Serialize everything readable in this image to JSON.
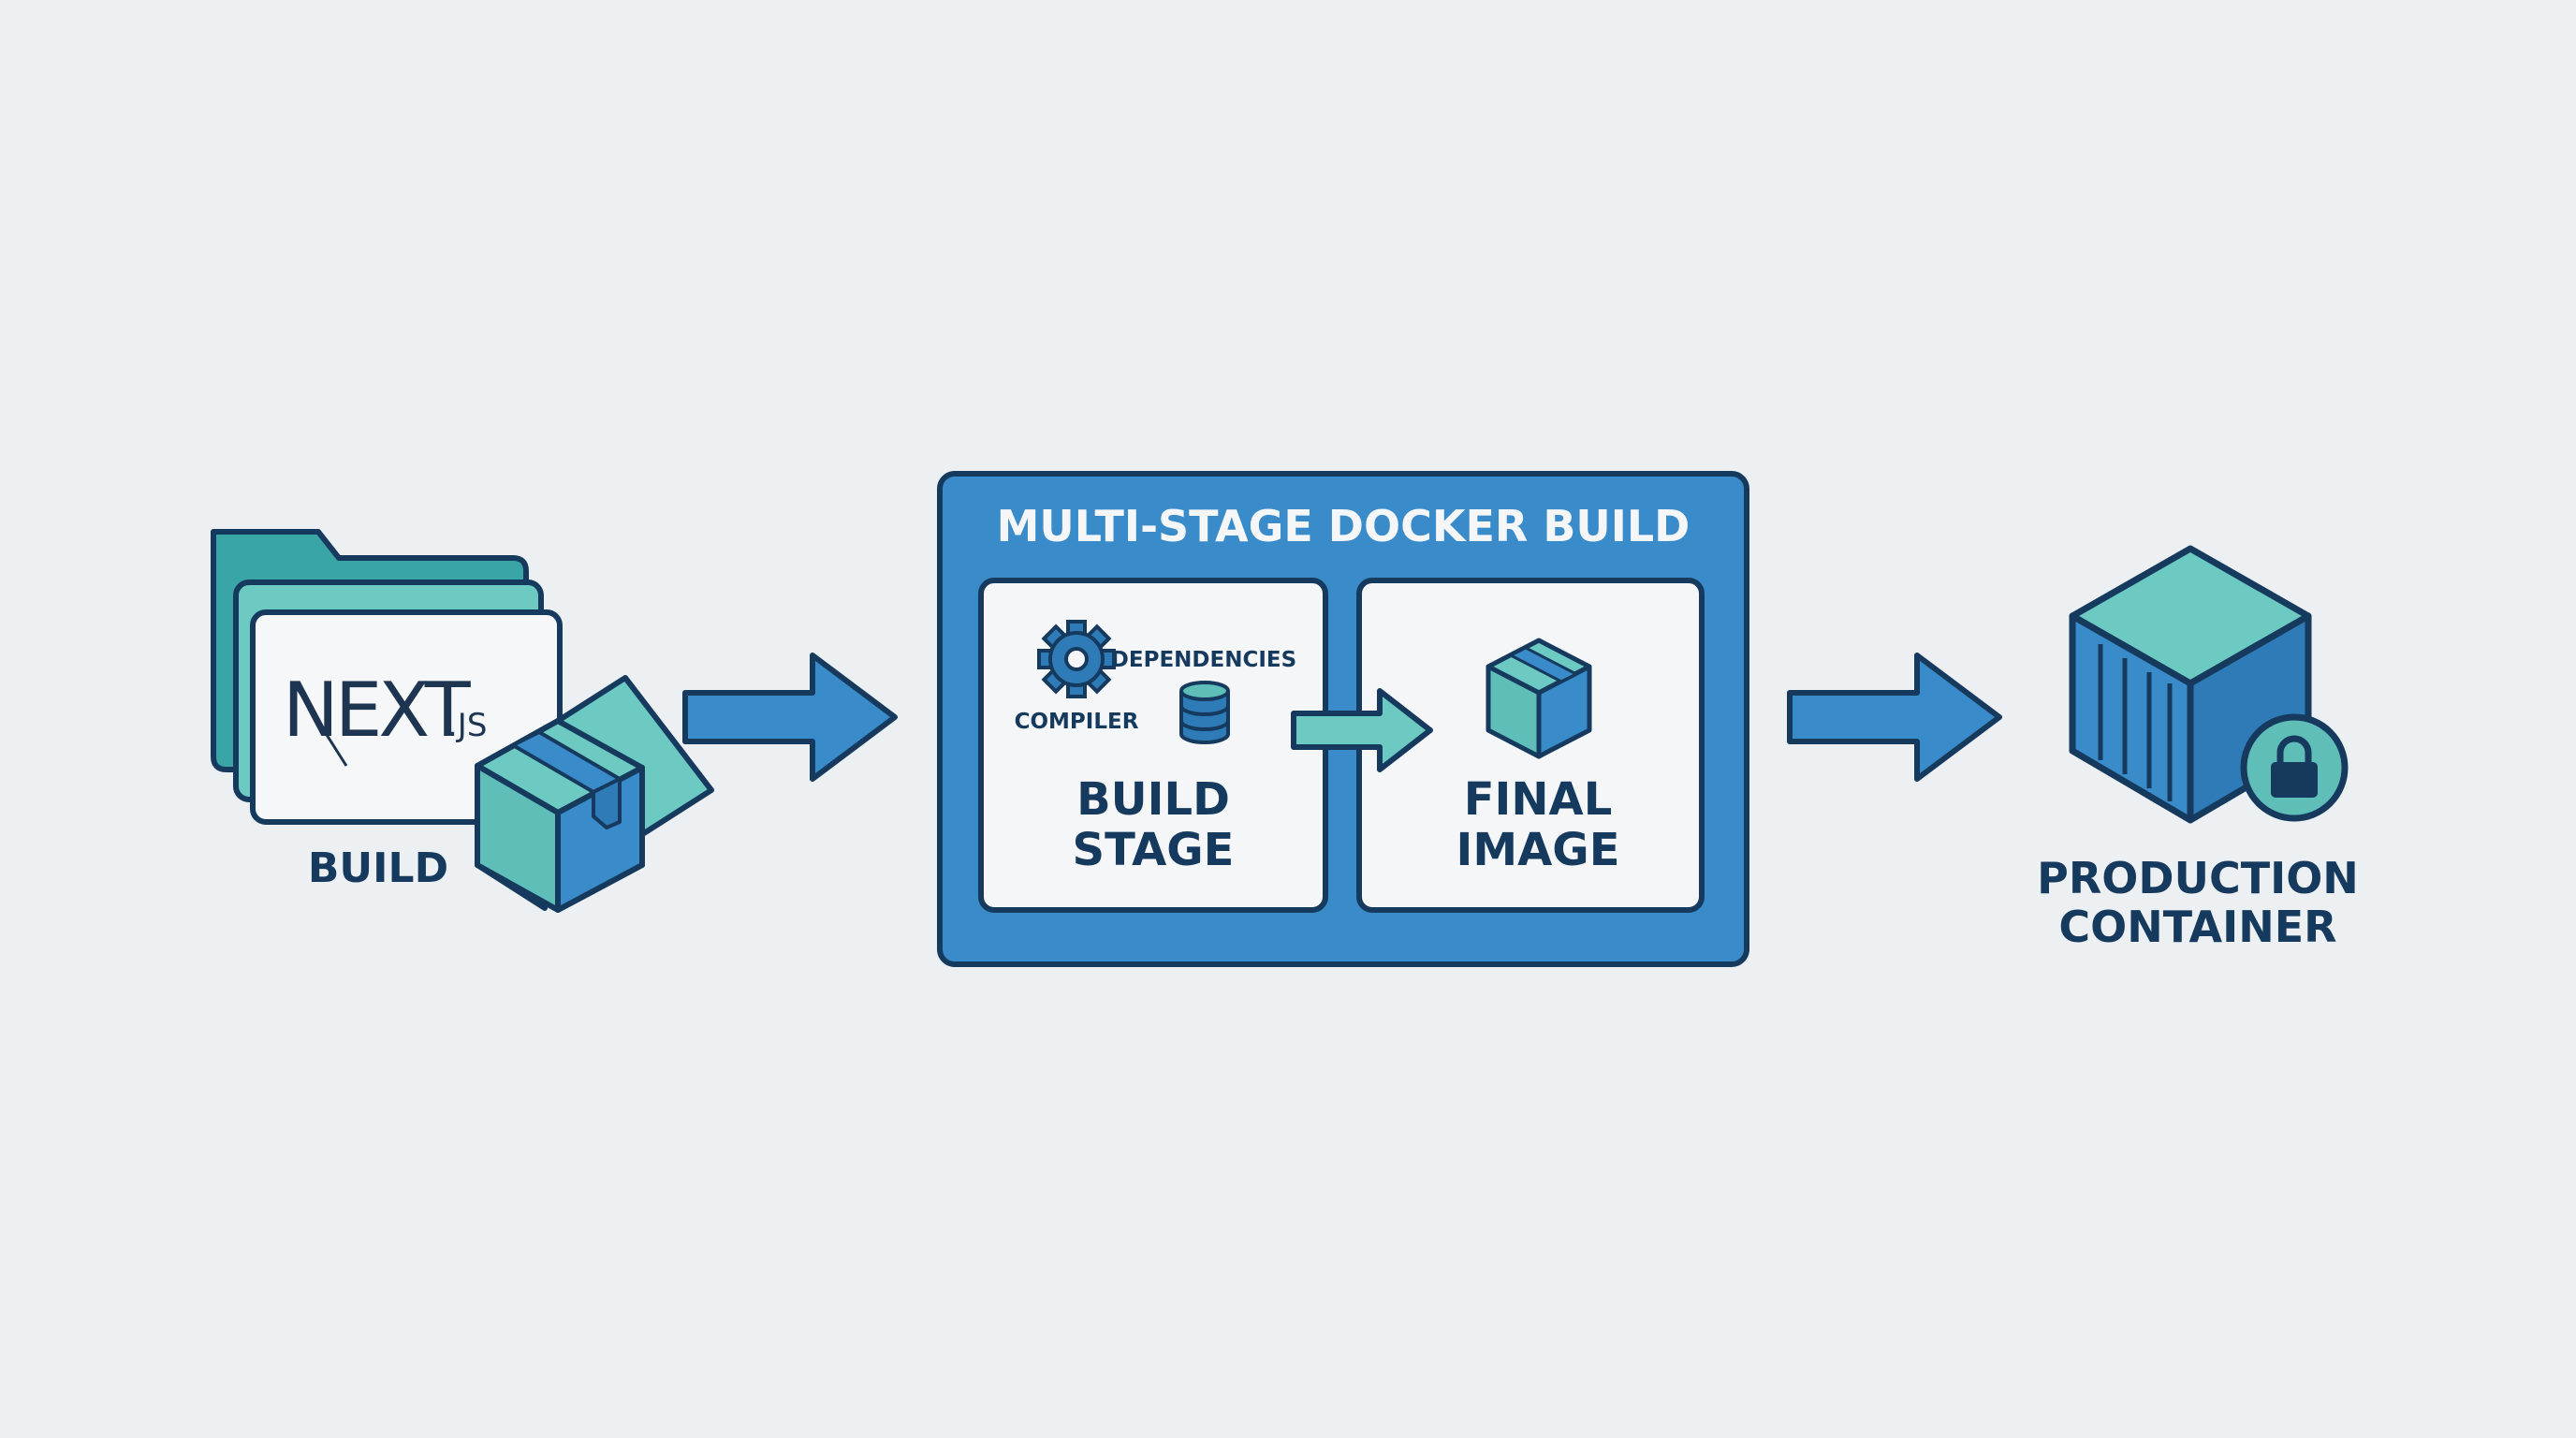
{
  "colors": {
    "background": "#edf0f2",
    "dark_blue": "#163a5e",
    "mid_blue": "#3a8bc9",
    "teal": "#5fbfb8",
    "card_bg": "#f4f6f8"
  },
  "source": {
    "logo_main": "NEXT",
    "logo_suffix": ".JS",
    "label": "BUILD",
    "icons": [
      "folder-icon",
      "package-icon"
    ]
  },
  "pipeline": {
    "title": "MULTI-STAGE DOCKER BUILD",
    "build_stage": {
      "label_line1": "BUILD",
      "label_line2": "STAGE",
      "dependencies_label": "DEPENDENCIES",
      "compiler_label": "COMPILER",
      "icons": [
        "gear-icon",
        "database-icon"
      ]
    },
    "final_image": {
      "label_line1": "FINAL",
      "label_line2": "IMAGE",
      "icons": [
        "package-icon"
      ]
    }
  },
  "output": {
    "label_line1": "PRODUCTION",
    "label_line2": "CONTAINER",
    "icons": [
      "container-icon",
      "lock-icon"
    ]
  }
}
